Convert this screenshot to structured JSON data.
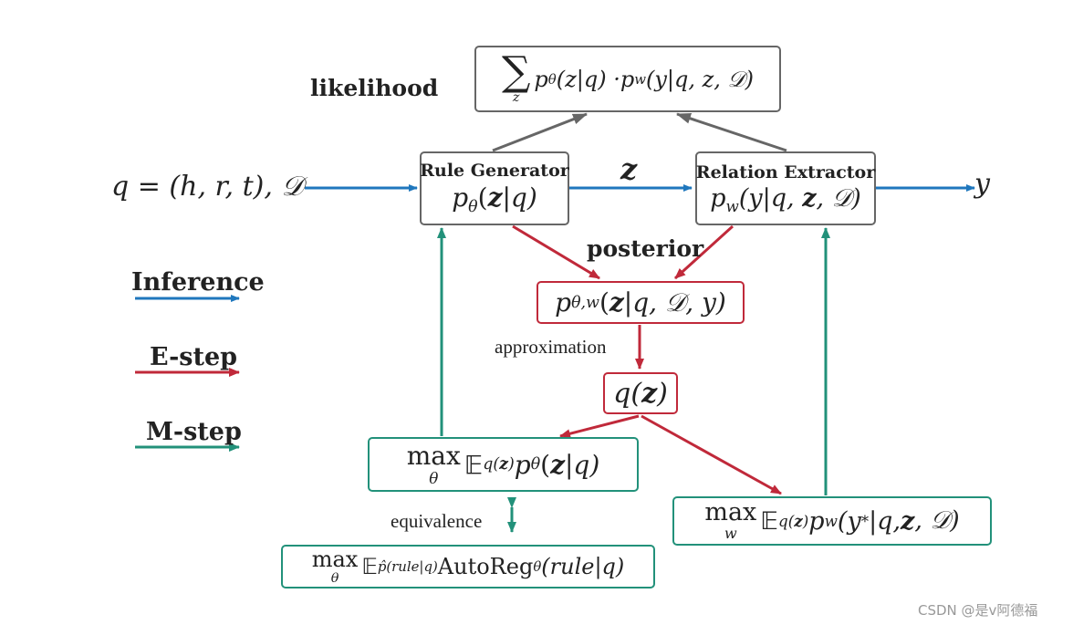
{
  "top_box": {
    "sum_symbol": "∑",
    "sum_index": "z",
    "p": "p",
    "theta": "θ",
    "left": "(z|q) · ",
    "p2": "p",
    "w": "w",
    "right": "(y|q, z, 𝒟)"
  },
  "likelihood_label": "likelihood",
  "input_label": "q = (h, r, t), 𝒟",
  "rule_generator": {
    "title": "Rule Generator",
    "p": "p",
    "theta": "θ",
    "open": "(",
    "z": "z",
    "rest": "|q)"
  },
  "z_label": "z",
  "relation_extractor": {
    "title": "Relation Extractor",
    "p": "p",
    "w": "w",
    "before": "(y|q, ",
    "z": "z",
    "after": ", 𝒟)"
  },
  "output_label": "y",
  "posterior_label": "posterior",
  "posterior_box": {
    "p": "p",
    "sub": "θ,w",
    "open": "(",
    "z": "z",
    "rest": "|q, 𝒟, y)"
  },
  "approximation_label": "approximation",
  "q_box": {
    "q": "q(",
    "z": "z",
    "close": ")"
  },
  "mstep_left": {
    "op": "max",
    "under": "θ",
    "E": "𝔼",
    "esub_q": "q(",
    "esub_z": "z",
    "esub_close": ")",
    "p": "p",
    "theta": "θ",
    "open": "(",
    "z": "z",
    "rest": "|q)"
  },
  "equivalence_label": "equivalence",
  "autoreg_box": {
    "op": "max",
    "under": "θ",
    "E": "𝔼",
    "esub": "p̂(rule|q)",
    "name": "AutoReg",
    "theta": "θ",
    "args": "(rule|q)"
  },
  "mstep_right": {
    "op": "max",
    "under": "w",
    "E": "𝔼",
    "esub_q": "q(",
    "esub_z": "z",
    "esub_close": ")",
    "p": "p",
    "w": "w",
    "before": "(y",
    "star": "*",
    "mid": "|q, ",
    "z": "z",
    "after": ", 𝒟)"
  },
  "legend": {
    "inference": "Inference",
    "estep": "E-step",
    "mstep": "M-step"
  },
  "colors": {
    "inference": "#1f77bd",
    "estep": "#c0293a",
    "mstep": "#22917a",
    "likelihood_arrow": "#666666"
  },
  "watermark": "CSDN @是v阿德福"
}
